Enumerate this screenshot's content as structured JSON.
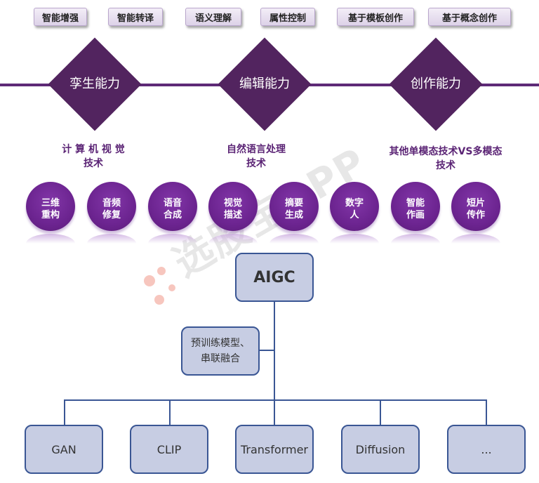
{
  "top_tags": [
    "智能增强",
    "智能转译",
    "语义理解",
    "属性控制",
    "基于模板创作",
    "基于概念创作"
  ],
  "capabilities": [
    "孪生能力",
    "编辑能力",
    "创作能力"
  ],
  "tech_areas": {
    "vision": {
      "line1": "计 算 机 视 觉",
      "line2": "技术"
    },
    "nlp": {
      "line1": "自然语言处理",
      "line2": "技术"
    },
    "multimodal": {
      "line1": "其他单模态技术VS多模态",
      "line2": "技术"
    }
  },
  "applications": [
    {
      "line1": "三维",
      "line2": "重构"
    },
    {
      "line1": "音频",
      "line2": "修复"
    },
    {
      "line1": "语音",
      "line2": "合成"
    },
    {
      "line1": "视觉",
      "line2": "描述"
    },
    {
      "line1": "摘要",
      "line2": "生成"
    },
    {
      "line1": "数字",
      "line2": "人"
    },
    {
      "line1": "智能",
      "line2": "作画"
    },
    {
      "line1": "短片",
      "line2": "传作"
    }
  ],
  "watermark": "选股宝APP",
  "tree": {
    "root": "AIGC",
    "middle": {
      "line1": "预训练模型、",
      "line2": "串联融合"
    },
    "leaves": [
      "GAN",
      "CLIP",
      "Transformer",
      "Diffusion",
      "..."
    ]
  },
  "colors": {
    "purple_dark": "#52245f",
    "purple_circle": "#6c2490",
    "tree_border": "#3a5694",
    "tree_fill": "#c7cde3"
  }
}
